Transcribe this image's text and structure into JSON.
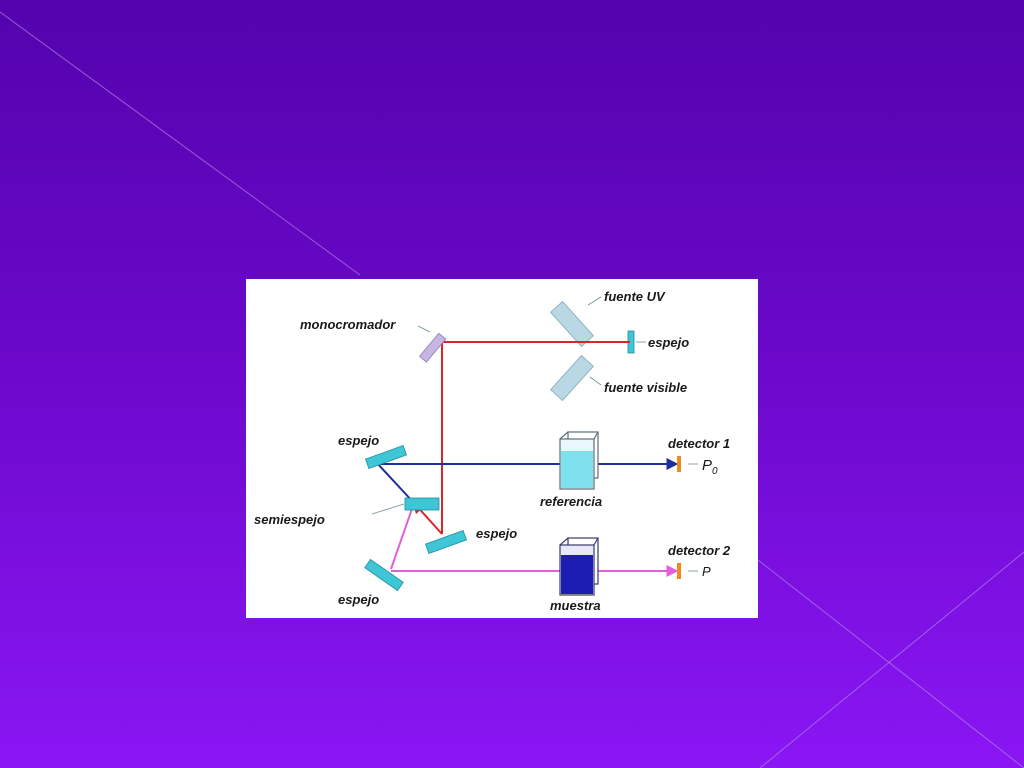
{
  "slide": {
    "background_top": "#5303ad",
    "background_bottom": "#8a16f4"
  },
  "diagram": {
    "labels": {
      "monocromador": "monocromador",
      "fuente_uv": "fuente UV",
      "espejo_fuente": "espejo",
      "fuente_visible": "fuente visible",
      "espejo_superior": "espejo",
      "semiespejo": "semiespejo",
      "espejo_central": "espejo",
      "espejo_inferior": "espejo",
      "referencia": "referencia",
      "muestra": "muestra",
      "detector_1": "detector 1",
      "p0": "P",
      "p0_sub": "0",
      "detector_2": "detector 2",
      "p": "P"
    },
    "colors": {
      "beam_main": "#d9262b",
      "beam_reference": "#1d2f9a",
      "beam_sample": "#e060dc",
      "mirror": "#3ec6d6",
      "source": "#b9d8e4",
      "monochromator": "#c7b6e3",
      "reference_liquid": "#7fe0ee",
      "sample_liquid": "#1d1db3",
      "detector": "#f08a1e"
    }
  }
}
